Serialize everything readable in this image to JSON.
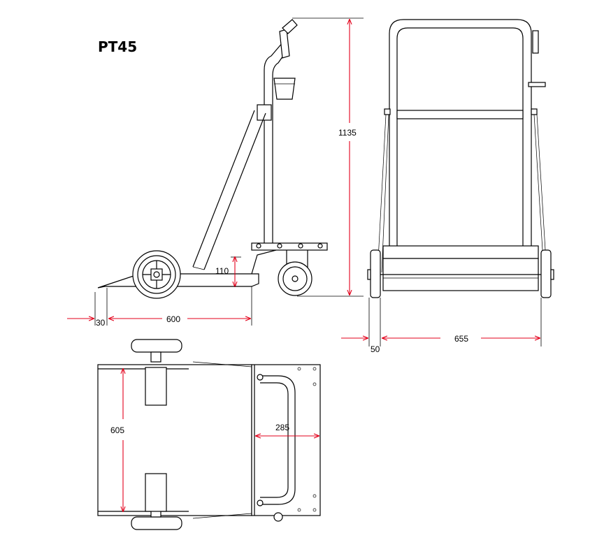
{
  "title": "PT45",
  "dimensions": {
    "height": "1135",
    "base_clearance": "110",
    "offset_side": "30",
    "length_side": "600",
    "offset_front": "50",
    "width_front": "655",
    "width_top": "605",
    "platform_depth": "285"
  },
  "colors": {
    "dimension_line": "#e3001b",
    "drawing_line": "#000000",
    "background": "#ffffff"
  }
}
